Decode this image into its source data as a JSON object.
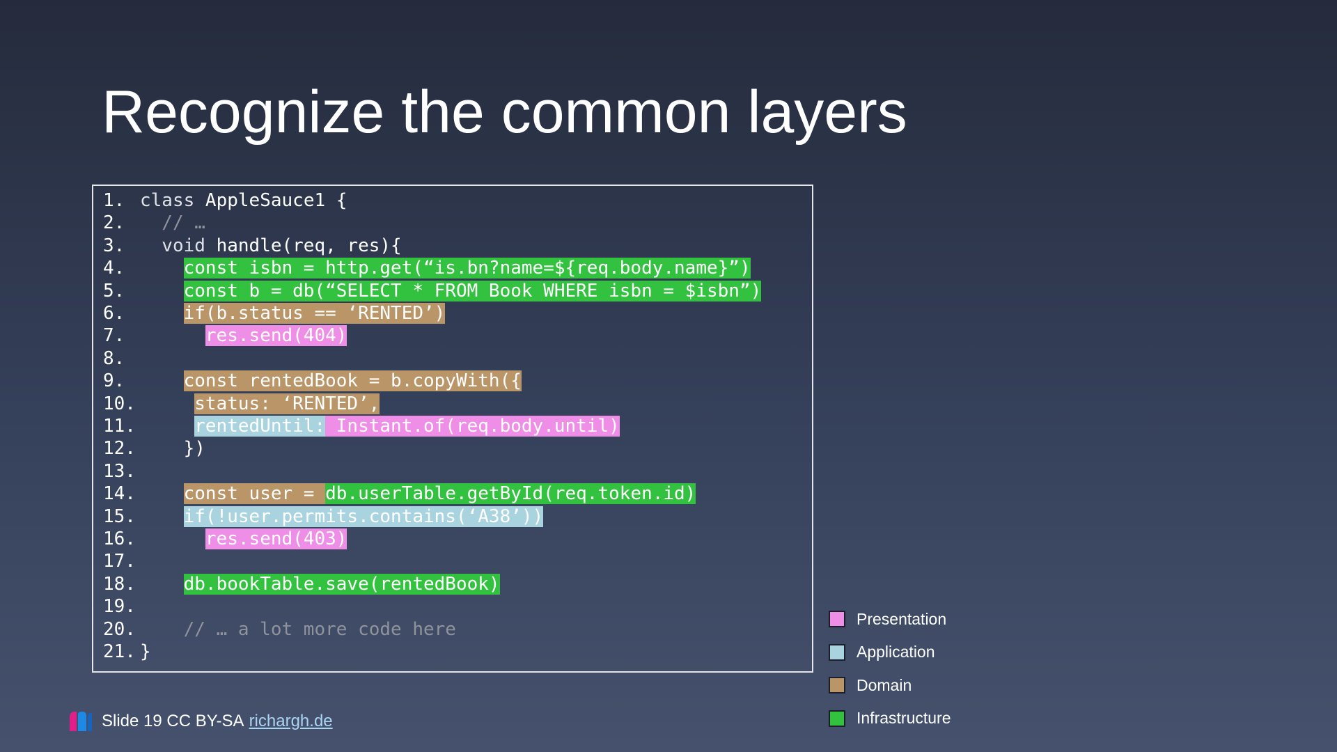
{
  "slide": {
    "title": "Recognize the common layers"
  },
  "colors": {
    "presentation": "#ee8ee6",
    "application": "#a9d4df",
    "domain": "#b99568",
    "infrastructure": "#33c23f",
    "comment": "#8f939d"
  },
  "code": {
    "lines": [
      {
        "num": "1.",
        "segments": [
          {
            "text": "class",
            "kind": "keyword"
          },
          {
            "text": " AppleSauce1 {",
            "kind": "plain"
          }
        ]
      },
      {
        "num": "2.",
        "segments": [
          {
            "text": "  // …",
            "kind": "comment"
          }
        ]
      },
      {
        "num": "3.",
        "segments": [
          {
            "text": "  void",
            "kind": "keyword"
          },
          {
            "text": " handle(req, res){",
            "kind": "plain"
          }
        ]
      },
      {
        "num": "4.",
        "segments": [
          {
            "text": "    ",
            "kind": "plain"
          },
          {
            "text": "const isbn = http.get(“is.bn?name=${req.body.name}”)",
            "kind": "infrastructure"
          }
        ]
      },
      {
        "num": "5.",
        "segments": [
          {
            "text": "    ",
            "kind": "plain"
          },
          {
            "text": "const b = db(“SELECT * FROM Book WHERE isbn = $isbn”)",
            "kind": "infrastructure"
          }
        ]
      },
      {
        "num": "6.",
        "segments": [
          {
            "text": "    ",
            "kind": "plain"
          },
          {
            "text": "if(b.status == ‘RENTED’)",
            "kind": "domain"
          }
        ]
      },
      {
        "num": "7.",
        "segments": [
          {
            "text": "      ",
            "kind": "plain"
          },
          {
            "text": "res.send(404)",
            "kind": "presentation"
          }
        ]
      },
      {
        "num": "8.",
        "segments": []
      },
      {
        "num": "9.",
        "segments": [
          {
            "text": "    ",
            "kind": "plain"
          },
          {
            "text": "const rentedBook = b.copyWith({",
            "kind": "domain"
          }
        ]
      },
      {
        "num": "10.",
        "segments": [
          {
            "text": "     ",
            "kind": "plain"
          },
          {
            "text": "status: ‘RENTED’,",
            "kind": "domain"
          }
        ]
      },
      {
        "num": "11.",
        "segments": [
          {
            "text": "     ",
            "kind": "plain"
          },
          {
            "text": "rentedUntil:",
            "kind": "application"
          },
          {
            "text": " Instant.of(req.body.until)",
            "kind": "presentation"
          }
        ]
      },
      {
        "num": "12.",
        "segments": [
          {
            "text": "    })",
            "kind": "plain"
          }
        ]
      },
      {
        "num": "13.",
        "segments": []
      },
      {
        "num": "14.",
        "segments": [
          {
            "text": "    ",
            "kind": "plain"
          },
          {
            "text": "const user = ",
            "kind": "domain"
          },
          {
            "text": "db.userTable.getById(req.token.id)",
            "kind": "infrastructure"
          }
        ]
      },
      {
        "num": "15.",
        "segments": [
          {
            "text": "    ",
            "kind": "plain"
          },
          {
            "text": "if(!user.permits.contains(‘A38’))",
            "kind": "application"
          }
        ]
      },
      {
        "num": "16.",
        "segments": [
          {
            "text": "      ",
            "kind": "plain"
          },
          {
            "text": "res.send(403)",
            "kind": "presentation"
          }
        ]
      },
      {
        "num": "17.",
        "segments": []
      },
      {
        "num": "18.",
        "segments": [
          {
            "text": "    ",
            "kind": "plain"
          },
          {
            "text": "db.bookTable.save(rentedBook)",
            "kind": "infrastructure"
          }
        ]
      },
      {
        "num": "19.",
        "segments": []
      },
      {
        "num": "20.",
        "segments": [
          {
            "text": "    // … a lot more code here",
            "kind": "comment"
          }
        ]
      },
      {
        "num": "21.",
        "segments": [
          {
            "text": "}",
            "kind": "plain"
          }
        ]
      }
    ]
  },
  "legend": {
    "items": [
      {
        "label": "Presentation",
        "kind": "presentation"
      },
      {
        "label": "Application",
        "kind": "application"
      },
      {
        "label": "Domain",
        "kind": "domain"
      },
      {
        "label": "Infrastructure",
        "kind": "infrastructure"
      }
    ]
  },
  "footer": {
    "text": "Slide 19 CC BY-SA",
    "link_text": "richargh.de"
  }
}
